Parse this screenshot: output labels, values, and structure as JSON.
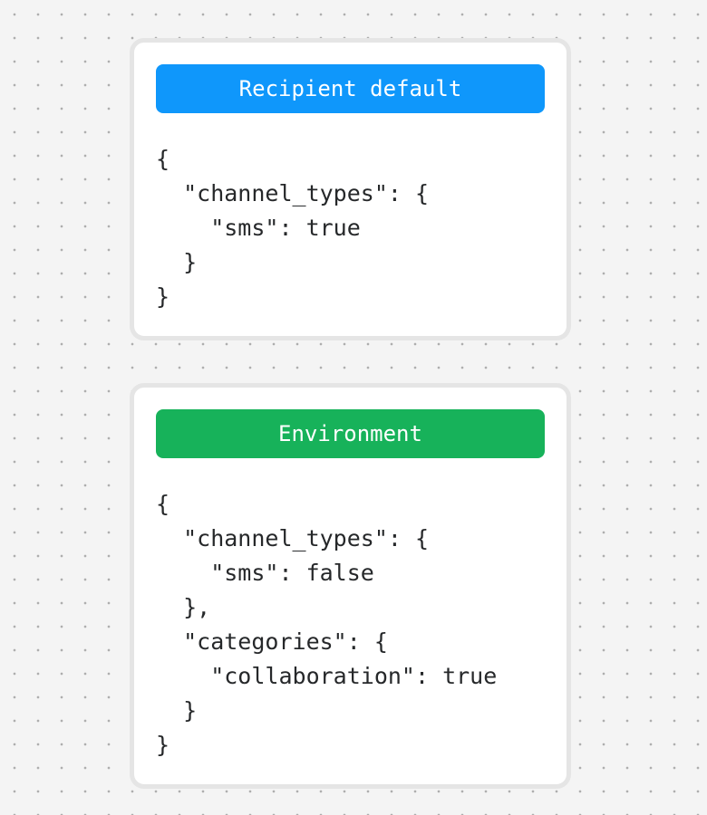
{
  "canvas": {
    "background_color": "#f4f4f4",
    "dot_color": "#aeaeae"
  },
  "colors": {
    "card_border": "#e5e5e5",
    "card_background": "#ffffff",
    "code_text": "#26282a",
    "header_text": "#ffffff"
  },
  "cards": [
    {
      "title": "Recipient default",
      "accent_color": "#0f97fb",
      "code": "{\n  \"channel_types\": {\n    \"sms\": true\n  }\n}"
    },
    {
      "title": "Environment",
      "accent_color": "#17b25a",
      "code": "{\n  \"channel_types\": {\n    \"sms\": false\n  },\n  \"categories\": {\n    \"collaboration\": true\n  }\n}"
    }
  ]
}
